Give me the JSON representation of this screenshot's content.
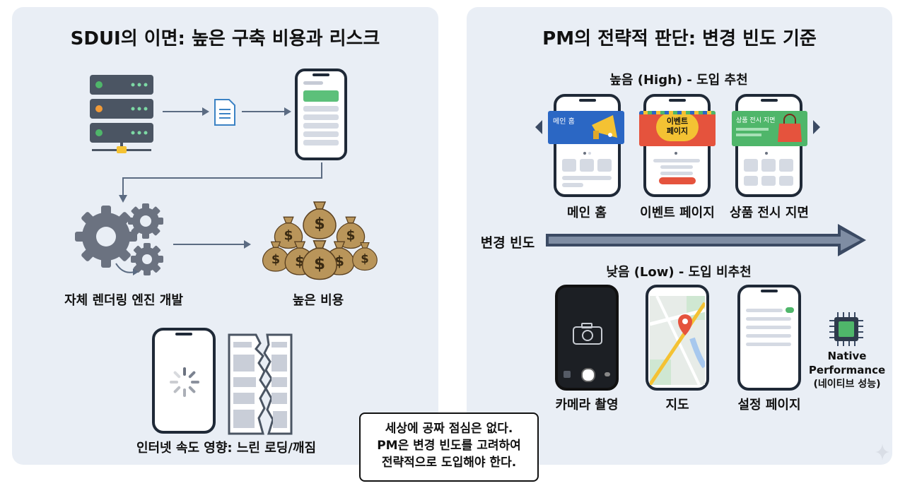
{
  "left": {
    "title": "SDUI의 이면: 높은 구축 비용과 리스크",
    "labels": {
      "engine": "자체 렌더링 엔진 개발",
      "cost": "높은 비용",
      "network": "인터넷 속도 영향: 느린 로딩/깨짐"
    }
  },
  "right": {
    "title": "PM의 전략적 판단: 변경 빈도 기준",
    "high_label": "높음 (High) - 도입 추천",
    "low_label": "낮음 (Low) - 도입 비추천",
    "axis_label": "변경 빈도",
    "high_items": [
      {
        "label": "메인 홈",
        "banner": "메인 홈"
      },
      {
        "label": "이벤트 페이지",
        "banner_line1": "이벤트",
        "banner_line2": "페이지"
      },
      {
        "label": "상품 전시 지면",
        "banner": "상품 전시 지면"
      }
    ],
    "low_items": [
      {
        "label": "카메라 촬영"
      },
      {
        "label": "지도"
      },
      {
        "label": "설정 페이지"
      }
    ],
    "native": {
      "line1": "Native",
      "line2": "Performance",
      "line3": "(네이티브 성능)"
    }
  },
  "callout": {
    "line1": "세상에 공짜 점심은 없다.",
    "line2": "PM은 변경 빈도를 고려하여",
    "line3": "전략적으로 도입해야 한다."
  },
  "colors": {
    "panel": "#e9eef5",
    "arrow": "#3b4a63",
    "money": "#b9955a",
    "green": "#4fb66a",
    "red": "#e5533d",
    "yellow": "#f4c233",
    "blue": "#2b67c4"
  },
  "icons": [
    "server-icon",
    "document-icon",
    "gear-icon",
    "money-bag-icon",
    "loading-spinner-icon",
    "camera-icon",
    "map-pin-icon",
    "chip-icon",
    "shopping-bag-icon",
    "megaphone-icon"
  ]
}
